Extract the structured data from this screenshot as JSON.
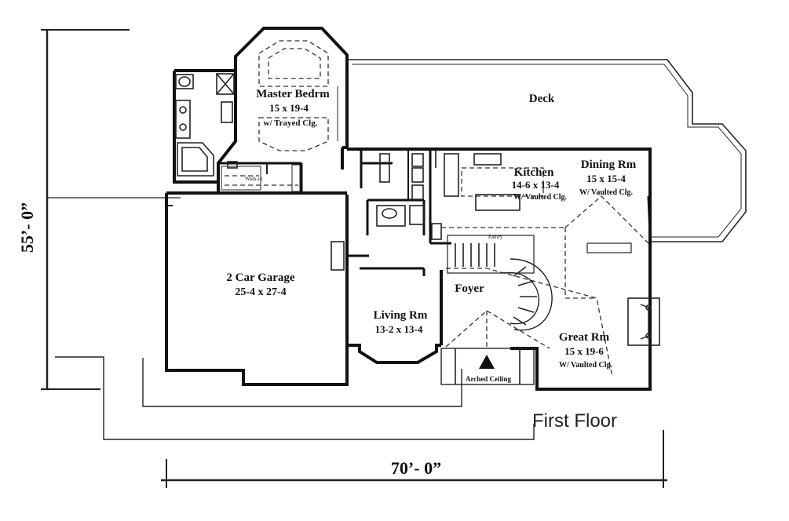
{
  "rooms": {
    "master": {
      "name": "Master Bedrm",
      "size": "15 x 19-4",
      "note": "w/ Trayed Clg."
    },
    "deck": {
      "name": "Deck"
    },
    "kitchen": {
      "name": "Kitchen",
      "size": "14-6 x 13-4",
      "note": "W/ Vaulted Clg."
    },
    "dining": {
      "name": "Dining Rm",
      "size": "15 x 15-4",
      "note": "W/ Vaulted Clg."
    },
    "garage": {
      "name": "2 Car Garage",
      "size": "25-4 x 27-4"
    },
    "foyer": {
      "name": "Foyer"
    },
    "living": {
      "name": "Living Rm",
      "size": "13-2 x 13-4"
    },
    "great": {
      "name": "Great Rm",
      "size": "15 x 19-6",
      "note": "W/ Vaulted Clg."
    }
  },
  "small_labels": {
    "walkin": "Walk-in",
    "pantry": "Pantry",
    "arched": "Arched Ceiling"
  },
  "dimensions": {
    "height": "55’- 0”",
    "width": "70’- 0”"
  },
  "floor_title": "First Floor"
}
